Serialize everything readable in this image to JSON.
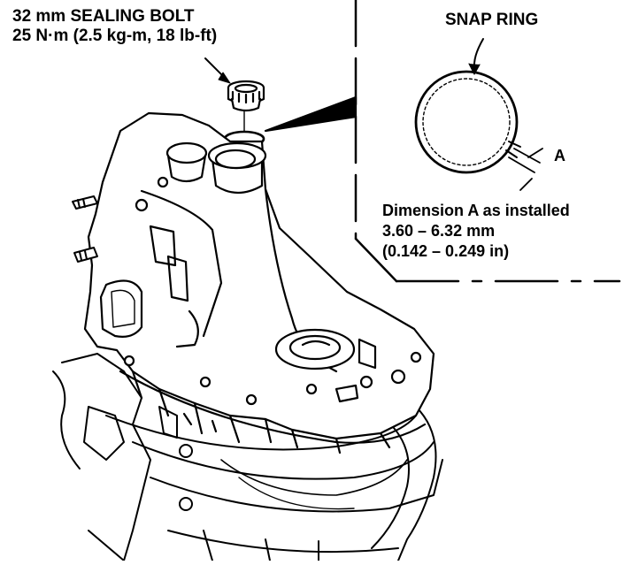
{
  "labels": {
    "bolt_title": "32 mm SEALING BOLT",
    "bolt_torque": "25 N·m (2.5 kg-m, 18 lb-ft)",
    "snap_ring": "SNAP RING",
    "dimension_letter": "A",
    "dimension_caption": "Dimension A as installed",
    "dimension_mm": "3.60 – 6.32 mm",
    "dimension_in": "(0.142 – 0.249 in)"
  },
  "colors": {
    "ink": "#000000",
    "paper": "#ffffff"
  }
}
